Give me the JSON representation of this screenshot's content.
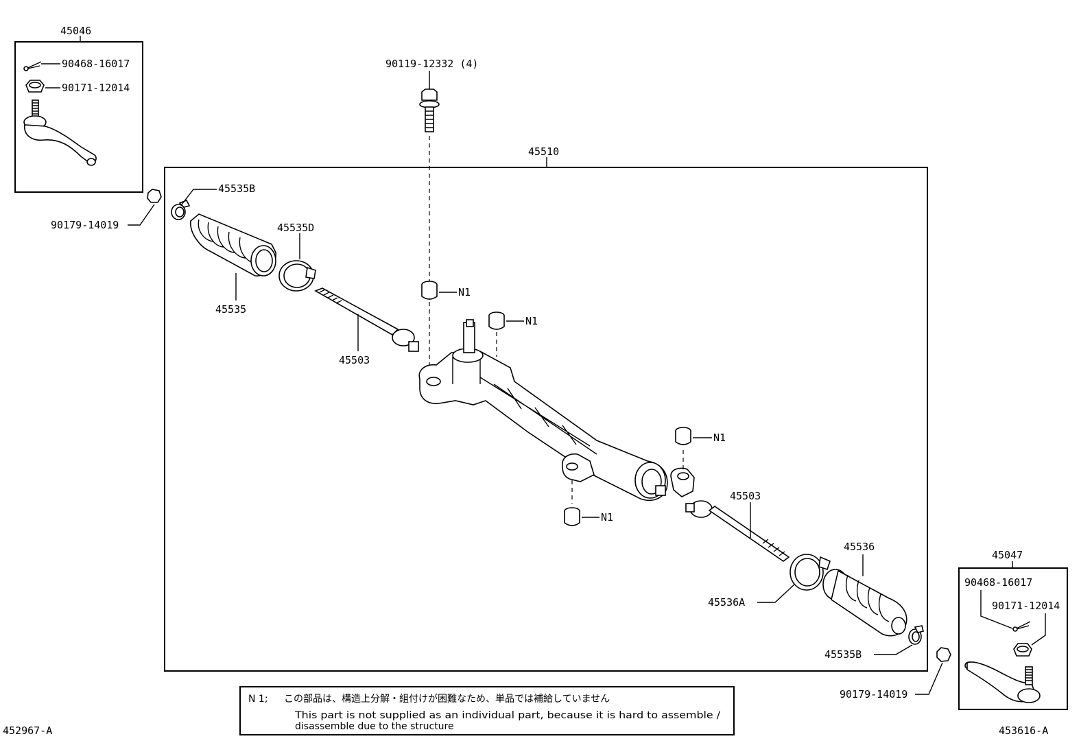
{
  "labels": {
    "kit_left": "45046",
    "kit_left_clip": "90468-16017",
    "kit_left_nut": "90171-12014",
    "kit_left_lnut": "90179-14019",
    "bolt": "90119-12332 (4)",
    "assembly": "45510",
    "clamp_b_top": "45535B",
    "clamp_d": "45535D",
    "boot_left": "45535",
    "tie_rod_left": "45503",
    "n1_a": "N1",
    "n1_b": "N1",
    "n1_c": "N1",
    "n1_d": "N1",
    "tie_rod_right": "45503",
    "boot_right": "45536",
    "clamp_a": "45536A",
    "clamp_b_bottom": "45535B",
    "kit_right": "45047",
    "kit_right_clip": "90468-16017",
    "kit_right_nut": "90171-12014",
    "kit_right_lnut": "90179-14019",
    "code_left": "452967-A",
    "code_right": "453616-A"
  },
  "note": {
    "key": "N 1;",
    "jp": "この部品は、構造上分解・組付けが困難なため、単品では補給していません",
    "en1": "This part is not supplied as an individual part, because it is hard to assemble /",
    "en2": "disassemble due to the structure"
  }
}
